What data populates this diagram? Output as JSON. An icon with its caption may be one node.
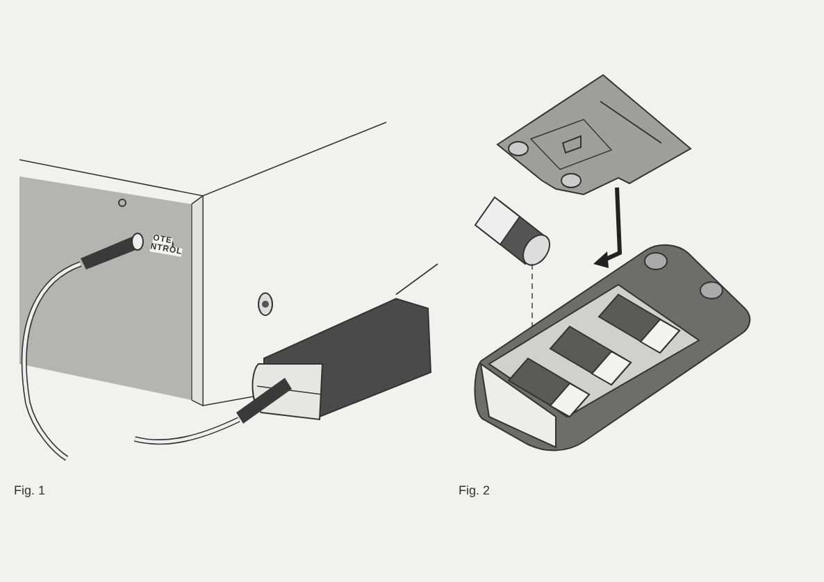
{
  "diagram": {
    "labels": [
      "OTE",
      "NTROL",
      "Fig. 1",
      "Fig. 2"
    ]
  }
}
